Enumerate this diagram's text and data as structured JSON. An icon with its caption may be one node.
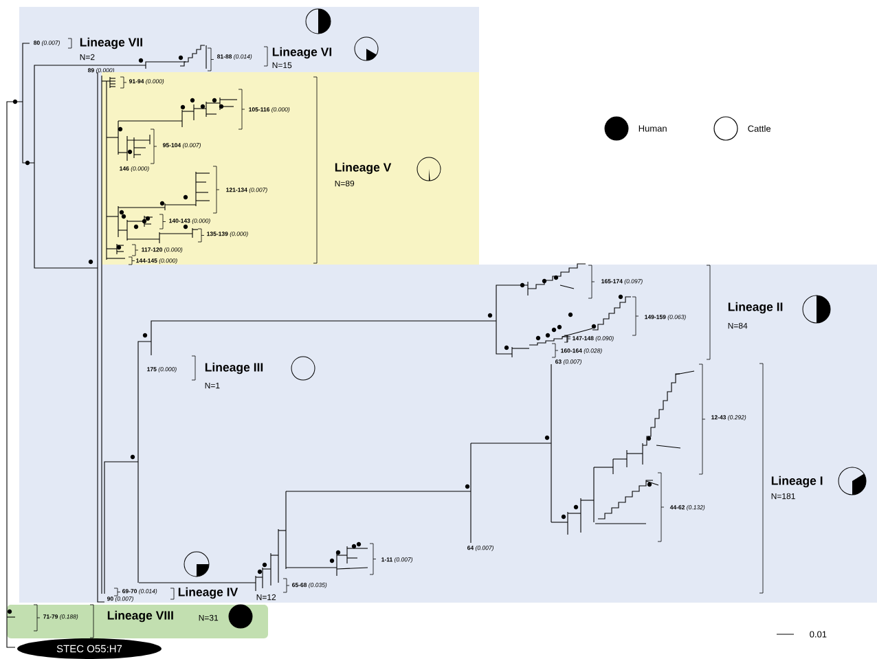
{
  "diagram": {
    "nodes": [
      {
        "text": [
          "**80** *(0.007)*",
          "Lineage VII",
          "N=2",
          "**81-88** *(0.014)*",
          "Lineage VI",
          "N=15",
          "**89** *(0.000)*",
          "**165-174** *(0.097)*",
          "Lineage II",
          "**149-159** *(0.063)*",
          "N=84",
          "**147-148** *(0.090)*",
          "**160-164** *(0.028)*",
          "**63** *(0.007)*",
          "**175** *(0.000)*",
          "Lineage III",
          "N=1",
          "**12-43** *(0.292)*",
          "Lineage I",
          "N=181",
          "**44-62** *(0.132)*",
          "**64** *(0.007)*",
          "**1-11** *(0.007)*",
          "**65-68** *(0.035)*",
          "**69-70** *(0.014)*",
          "Lineage IV",
          "N=12",
          "**90** *(0.007)*"
        ]
      },
      {
        "text": [
          "**91-94** *(0.000)*",
          "**105-116** *(0.000)*",
          "**95-104** *(0.007)*",
          "**146** *(0.000)*",
          "Lineage V",
          "N=89",
          "**121-134** *(0.007)*",
          "**140-143** *(0.000)*",
          "**135-139** *(0.000)*",
          "**117-120** *(0.000)*",
          "**144-145** *(0.000)*"
        ],
        "in": 0
      },
      {
        "text": [
          "**71-79** *(0.188)*",
          "Lineage VIII",
          "N=31"
        ]
      },
      {
        "text": [
          "STEC O55:H7"
        ]
      }
    ],
    "labels": [
      "0.01"
    ],
    "legend": [
      {
        "text": "Human",
        "color": "#000000"
      },
      {
        "text": "Cattle"
      }
    ]
  }
}
